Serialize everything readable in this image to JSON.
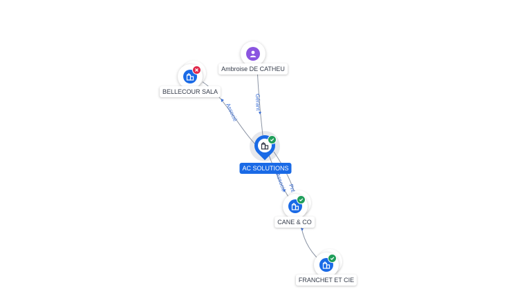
{
  "diagram": {
    "colors": {
      "company": "#1a6ae6",
      "person": "#8b55e0",
      "active_badge": "#1f9e5a",
      "inactive_badge": "#e0284a",
      "edge": "#8a93a3",
      "edge_label": "#3b6fd6"
    },
    "nodes": {
      "main": {
        "label": "AC SOLUTIONS",
        "icon": "building-icon",
        "status": "active"
      },
      "person": {
        "label": "Ambroise DE CATHEU",
        "icon": "user-icon"
      },
      "bellecour": {
        "label": "BELLECOUR SALA",
        "icon": "building-icon",
        "status": "closed"
      },
      "cane": {
        "label": "CANE & CO",
        "icon": "building-icon",
        "status": "active"
      },
      "franchet": {
        "label": "FRANCHET ET CIE",
        "icon": "building-icon",
        "status": "active"
      }
    },
    "edges": {
      "person_main": "Gérant",
      "main_bellecour": "Associé",
      "main_cane_a": "Associé",
      "main_cane_b": "Pré"
    }
  }
}
